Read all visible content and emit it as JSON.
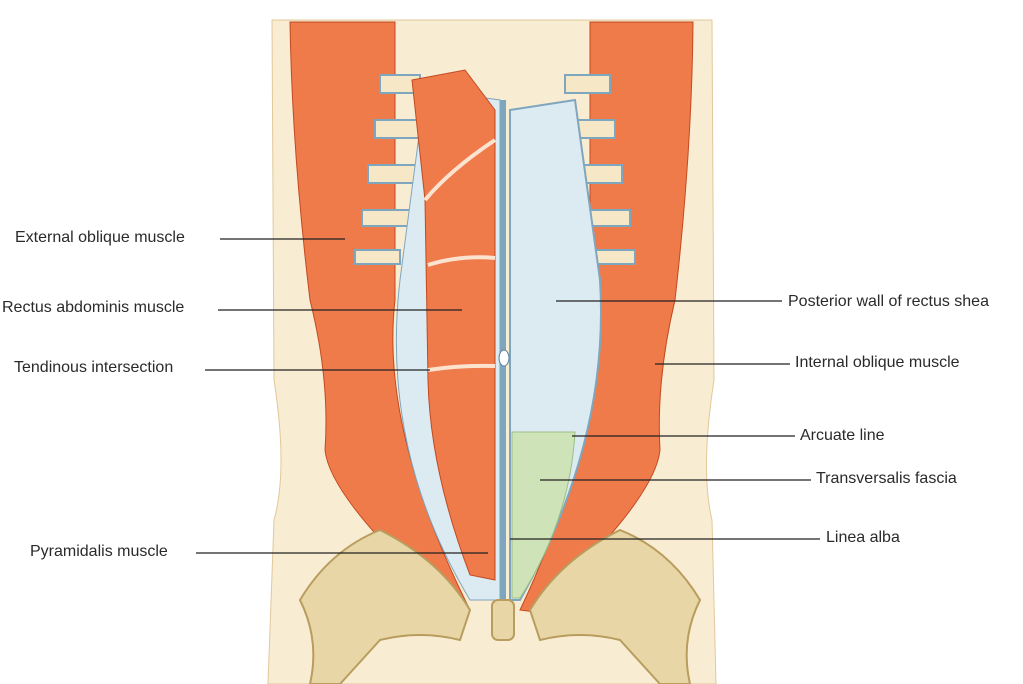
{
  "labels": {
    "external_oblique": "External oblique muscle",
    "rectus_abdominis": "Rectus abdominis muscle",
    "tendinous_intersection": "Tendinous intersection",
    "pyramidalis": "Pyramidalis muscle",
    "posterior_wall": "Posterior wall of rectus shea",
    "internal_oblique": "Internal oblique muscle",
    "arcuate_line": "Arcuate line",
    "transversalis_fascia": "Transversalis fascia",
    "linea_alba": "Linea alba"
  },
  "colors": {
    "skin": "#f8ecd2",
    "muscle": "#ef7a4a",
    "muscle_light": "#f7a47a",
    "sheath": "#dcebf2",
    "sheath_edge": "#7fa6bf",
    "fascia": "#cfe3b8",
    "bone": "#e8d6a6",
    "bone_dark": "#b99d5f",
    "cartilage": "#f6e8c6"
  }
}
